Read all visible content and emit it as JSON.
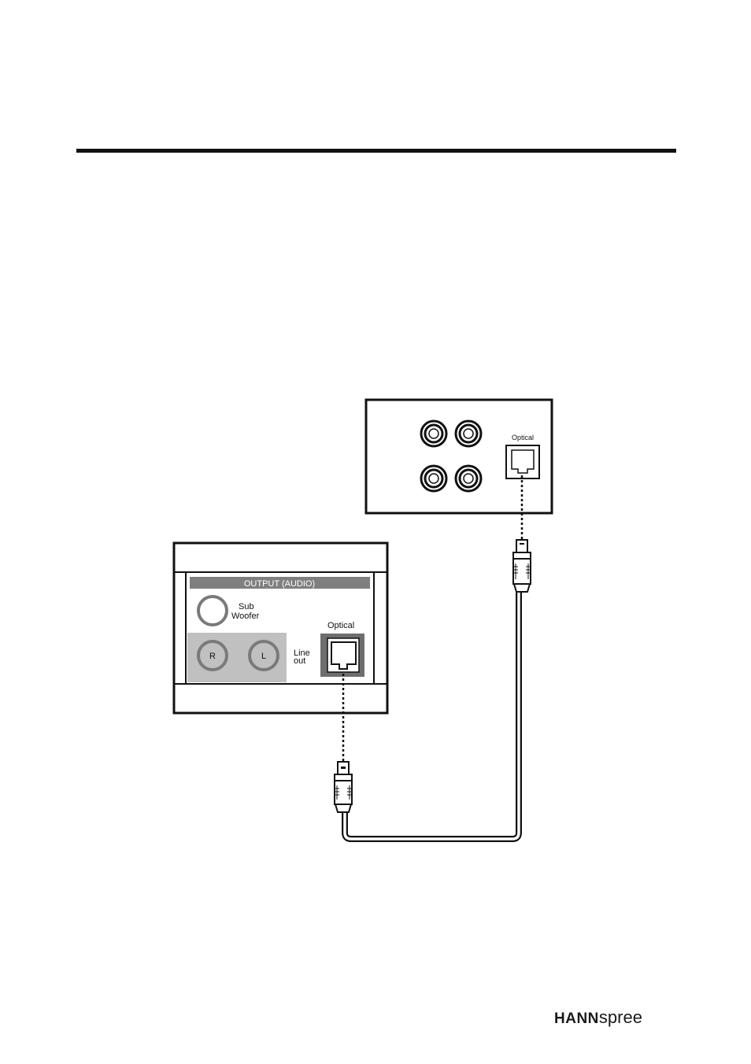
{
  "tv_panel": {
    "output_header": "OUTPUT (AUDIO)",
    "sub_woofer_label_line1": "Sub",
    "sub_woofer_label_line2": "Woofer",
    "optical_label": "Optical",
    "jack_r_label": "R",
    "jack_l_label": "L",
    "line_out_label_line1": "Line",
    "line_out_label_line2": "out"
  },
  "receiver_panel": {
    "optical_label": "Optical"
  },
  "brand": {
    "logo_bold": "HANN",
    "logo_light": "spree"
  },
  "colors": {
    "header_gray": "#7f7f7f",
    "line_out_area": "#c0c0c0",
    "optical_port_bg": "#6e6e6e",
    "jack_ring": "#7a7a7a",
    "ink": "#1a1a1a"
  }
}
